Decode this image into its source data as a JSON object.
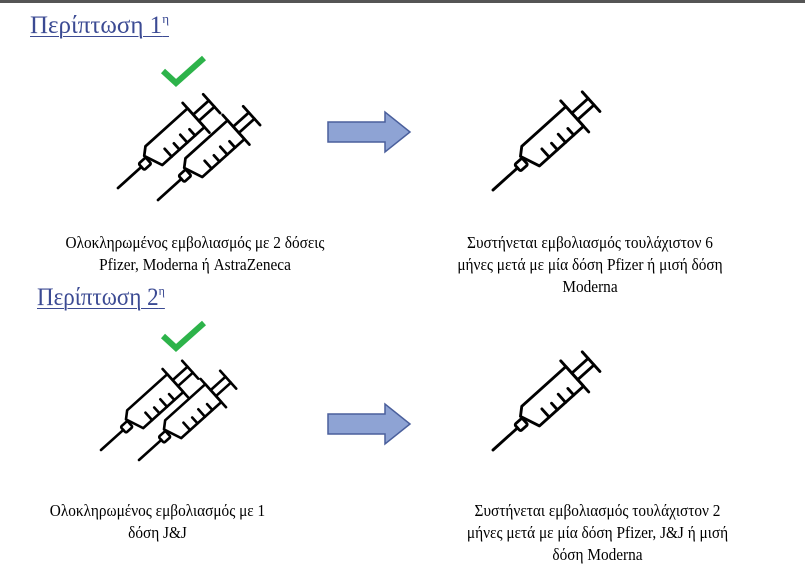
{
  "cases": [
    {
      "title": "Περίπτωση 1",
      "title_suffix": "η",
      "current_status": "Ολοκληρωμένος εμβολιασμός με 2 δόσεις Pfizer, Moderna ή AstraZeneca",
      "current_status_lines": [
        "Ολοκληρωμένος εμβολιασμός με 2 δόσεις",
        "Pfizer, Moderna ή AstraZeneca"
      ],
      "recommendation_lines": [
        "Συστήνεται εμβολιασμός τουλάχιστον 6",
        "μήνες μετά με μία δόση Pfizer ή μισή δόση",
        "Moderna"
      ]
    },
    {
      "title": "Περίπτωση 2",
      "title_suffix": "η",
      "current_status_lines": [
        "Ολοκληρωμένος εμβολιασμός με 1",
        "δόση J&J"
      ],
      "recommendation_lines": [
        "Συστήνεται εμβολιασμός τουλάχιστον 2",
        "μήνες μετά με μία δόση Pfizer, J&J ή μισή",
        "δόση Moderna"
      ]
    }
  ],
  "colors": {
    "title": "#3b4a93",
    "check": "#2db34a",
    "arrow_fill": "#8ea3d4",
    "arrow_stroke": "#4a5f9c"
  },
  "icons": [
    "checkmark-icon",
    "syringe-icon",
    "arrow-right-icon"
  ]
}
